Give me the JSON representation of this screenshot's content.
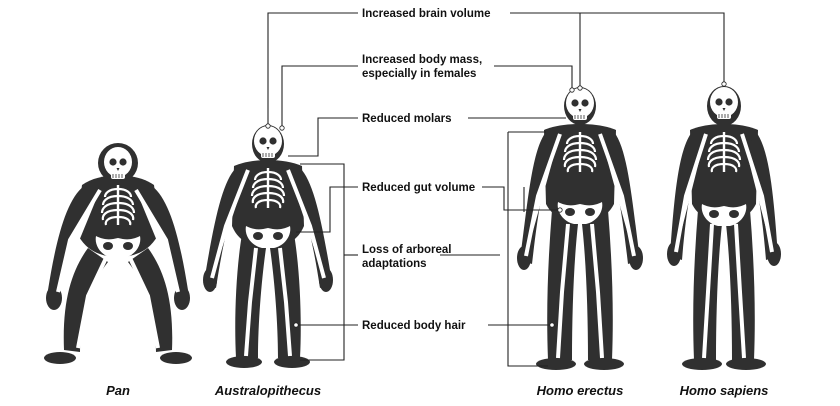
{
  "diagram": {
    "traits": [
      "Increased brain volume",
      [
        "Increased body mass,",
        "especially in females"
      ],
      "Reduced molars",
      "Reduced gut volume",
      [
        "Loss of arboreal",
        "adaptations"
      ],
      "Reduced body hair"
    ],
    "species": [
      "Pan",
      "Australopithecus",
      "Homo erectus",
      "Homo sapiens"
    ],
    "colors": {
      "silhouette": "#303030",
      "bone": "#ffffff",
      "line": "#222222",
      "text": "#111111"
    }
  }
}
